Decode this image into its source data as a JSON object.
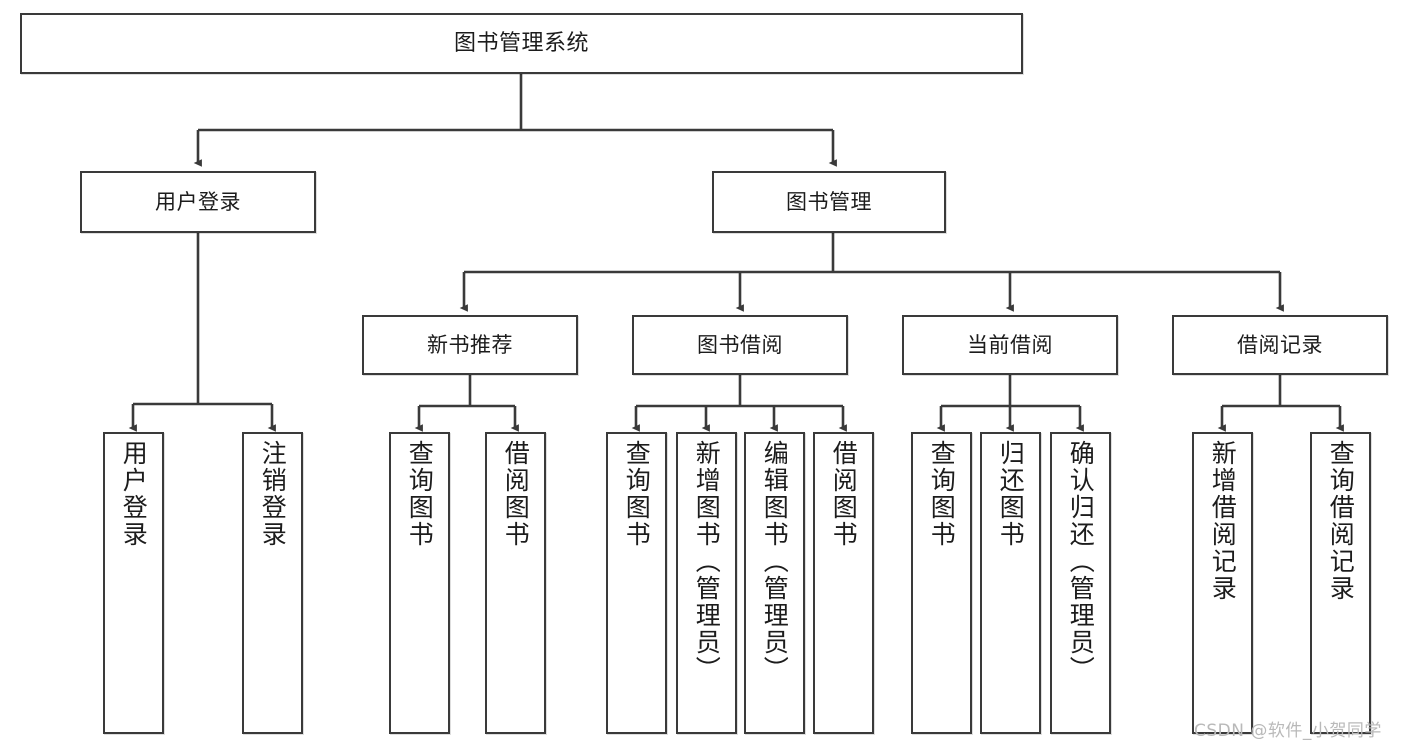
{
  "diagram": {
    "type": "tree-hierarchy-chart",
    "title": "图书管理系统",
    "watermark": "CSDN @软件_小贺同学",
    "colors": {
      "stroke": "#3a3a3a",
      "fill": "#ffffff",
      "text": "#1c1c1c",
      "watermark": "#b9b9b9"
    },
    "levels": {
      "root": {
        "label": "图书管理系统"
      },
      "level1": [
        {
          "label": "用户登录"
        },
        {
          "label": "图书管理"
        }
      ],
      "level2": [
        {
          "label": "新书推荐"
        },
        {
          "label": "图书借阅"
        },
        {
          "label": "当前借阅"
        },
        {
          "label": "借阅记录"
        }
      ],
      "leaves": {
        "user_login": [
          {
            "label": "用户登录"
          },
          {
            "label": "注销登录"
          }
        ],
        "new_book_recommend": [
          {
            "label": "查询图书"
          },
          {
            "label": "借阅图书"
          }
        ],
        "book_borrow": [
          {
            "label": "查询图书"
          },
          {
            "label": "新增图书（管理员）"
          },
          {
            "label": "编辑图书（管理员）"
          },
          {
            "label": "借阅图书"
          }
        ],
        "current_borrow": [
          {
            "label": "查询图书"
          },
          {
            "label": "归还图书"
          },
          {
            "label": "确认归还（管理员）"
          }
        ],
        "borrow_record": [
          {
            "label": "新增借阅记录"
          },
          {
            "label": "查询借阅记录"
          }
        ]
      }
    }
  }
}
